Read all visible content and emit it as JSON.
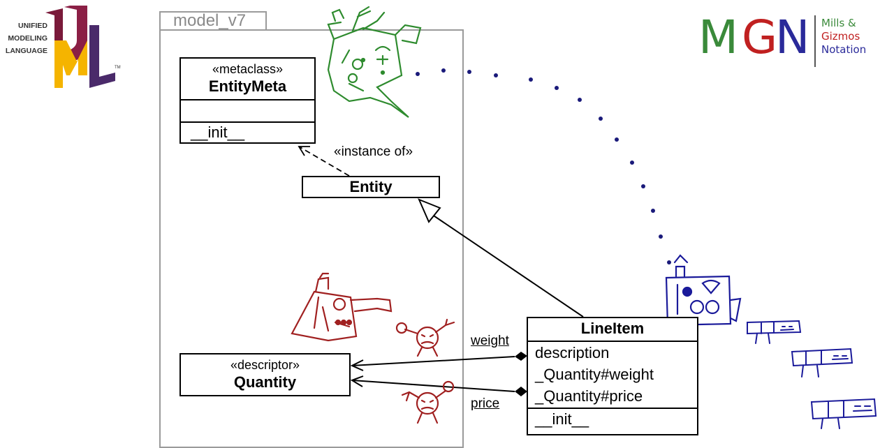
{
  "uml_logo": {
    "line1": "UNIFIED",
    "line2": "MODELING",
    "line3": "LANGUAGE",
    "tm": "TM",
    "colors": {
      "u": "#7a1a3a",
      "m": "#f5b400",
      "l": "#4a2a6a"
    }
  },
  "mgn_logo": {
    "letters": [
      "M",
      "G",
      "N"
    ],
    "line1": "Mills &",
    "line2": "Gizmos",
    "line3": "Notation",
    "colors": {
      "m": "#3a8a3a",
      "g": "#c02020",
      "n": "#2a2a9a"
    }
  },
  "package": {
    "name": "model_v7"
  },
  "classes": {
    "entity_meta": {
      "stereotype": "«metaclass»",
      "name": "EntityMeta",
      "methods": "__init__"
    },
    "entity": {
      "name": "Entity"
    },
    "quantity": {
      "stereotype": "«descriptor»",
      "name": "Quantity"
    },
    "line_item": {
      "name": "LineItem",
      "attributes": [
        "description",
        "_Quantity#weight",
        "_Quantity#price"
      ],
      "methods": "__init__"
    }
  },
  "relations": {
    "instance_of": "«instance of»",
    "weight": "weight",
    "price": "price"
  },
  "colors": {
    "gizmo_green": "#2e8b2e",
    "gizmo_red": "#a02020",
    "gizmo_blue": "#1a1a9a",
    "dotted_path": "#1a1a7a",
    "package_border": "#9a9a9a"
  },
  "icons": [
    "uml-logo-icon",
    "mgn-logo-icon",
    "green-gizmo-icon",
    "red-gizmo-icon",
    "blue-gizmo-icon",
    "red-creature-icon",
    "blue-creature-icon"
  ]
}
